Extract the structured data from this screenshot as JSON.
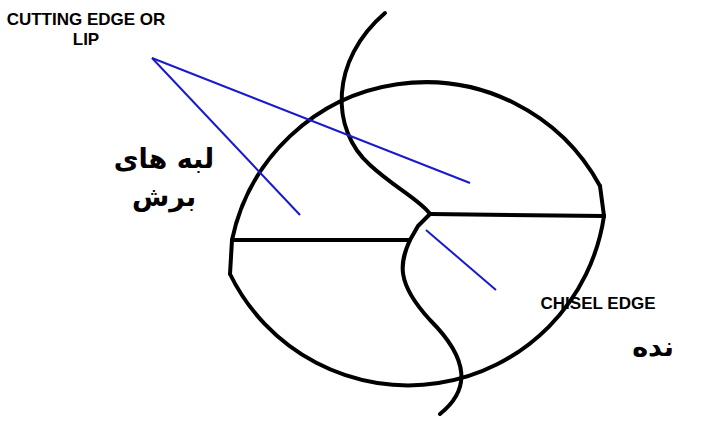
{
  "diagram": {
    "labels": [
      "CUTTING EDGE OR LIP",
      "لبه های برش",
      "CHISEL EDGE",
      "نده"
    ]
  }
}
